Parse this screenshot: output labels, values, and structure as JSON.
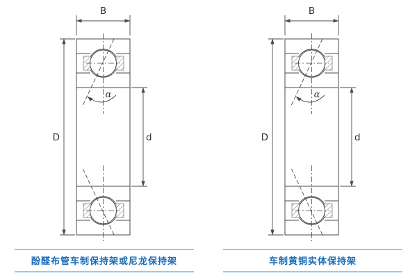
{
  "diagrams": [
    {
      "name": "left-bearing",
      "labels": {
        "width": "B",
        "outer_diameter": "D",
        "bore_diameter": "d",
        "contact_angle": "α"
      },
      "caption": "酚醛布管车制保持架或尼龙保持架"
    },
    {
      "name": "right-bearing",
      "labels": {
        "width": "B",
        "outer_diameter": "D",
        "bore_diameter": "d",
        "contact_angle": "α"
      },
      "caption": "车制黄铜实体保持架"
    }
  ],
  "colors": {
    "drawing_line": "#4a4a4a",
    "hatch": "#777777",
    "caption_text": "#1a6db6",
    "caption_rule": "#9ec7e6",
    "background": "#ffffff"
  }
}
